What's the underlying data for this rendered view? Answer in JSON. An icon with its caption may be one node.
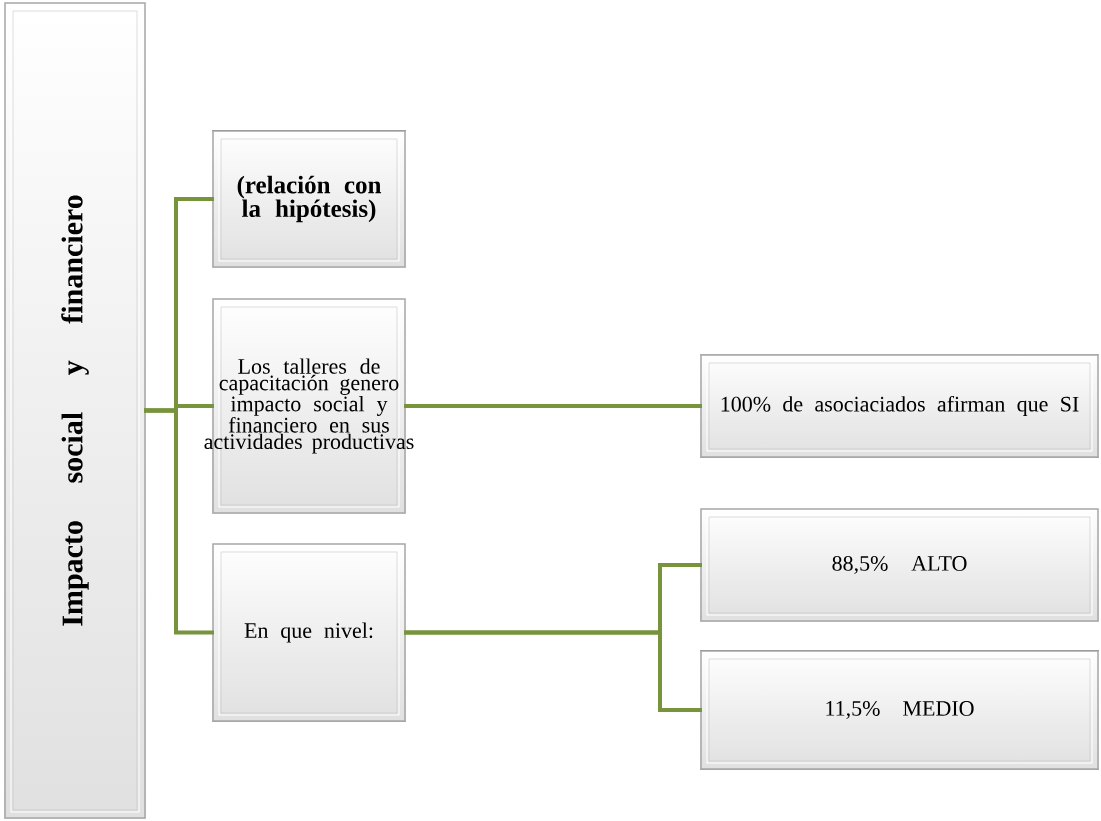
{
  "diagram": {
    "nodes": [
      {
        "text": [
          "Impacto social y financiero"
        ]
      },
      {
        "text": [
          "(relación con la hipótesis)"
        ]
      },
      {
        "text": [
          "Los talleres de capacitación genero impacto social y financiero en sus actividades productivas"
        ]
      },
      {
        "text": [
          "En que nivel:"
        ]
      },
      {
        "text": [
          "100% de asociaciados afirman que SI"
        ]
      },
      {
        "text": [
          "88,5% ALTO"
        ]
      },
      {
        "text": [
          "11,5% MEDIO"
        ]
      }
    ],
    "edges": [
      {
        "from": 0,
        "to": 1,
        "arrow": "none"
      },
      {
        "from": 0,
        "to": 2,
        "arrow": "none"
      },
      {
        "from": 0,
        "to": 3,
        "arrow": "none"
      },
      {
        "from": 2,
        "to": 4,
        "arrow": "none"
      },
      {
        "from": 3,
        "to": 5,
        "arrow": "none"
      },
      {
        "from": 3,
        "to": 6,
        "arrow": "none"
      }
    ]
  }
}
